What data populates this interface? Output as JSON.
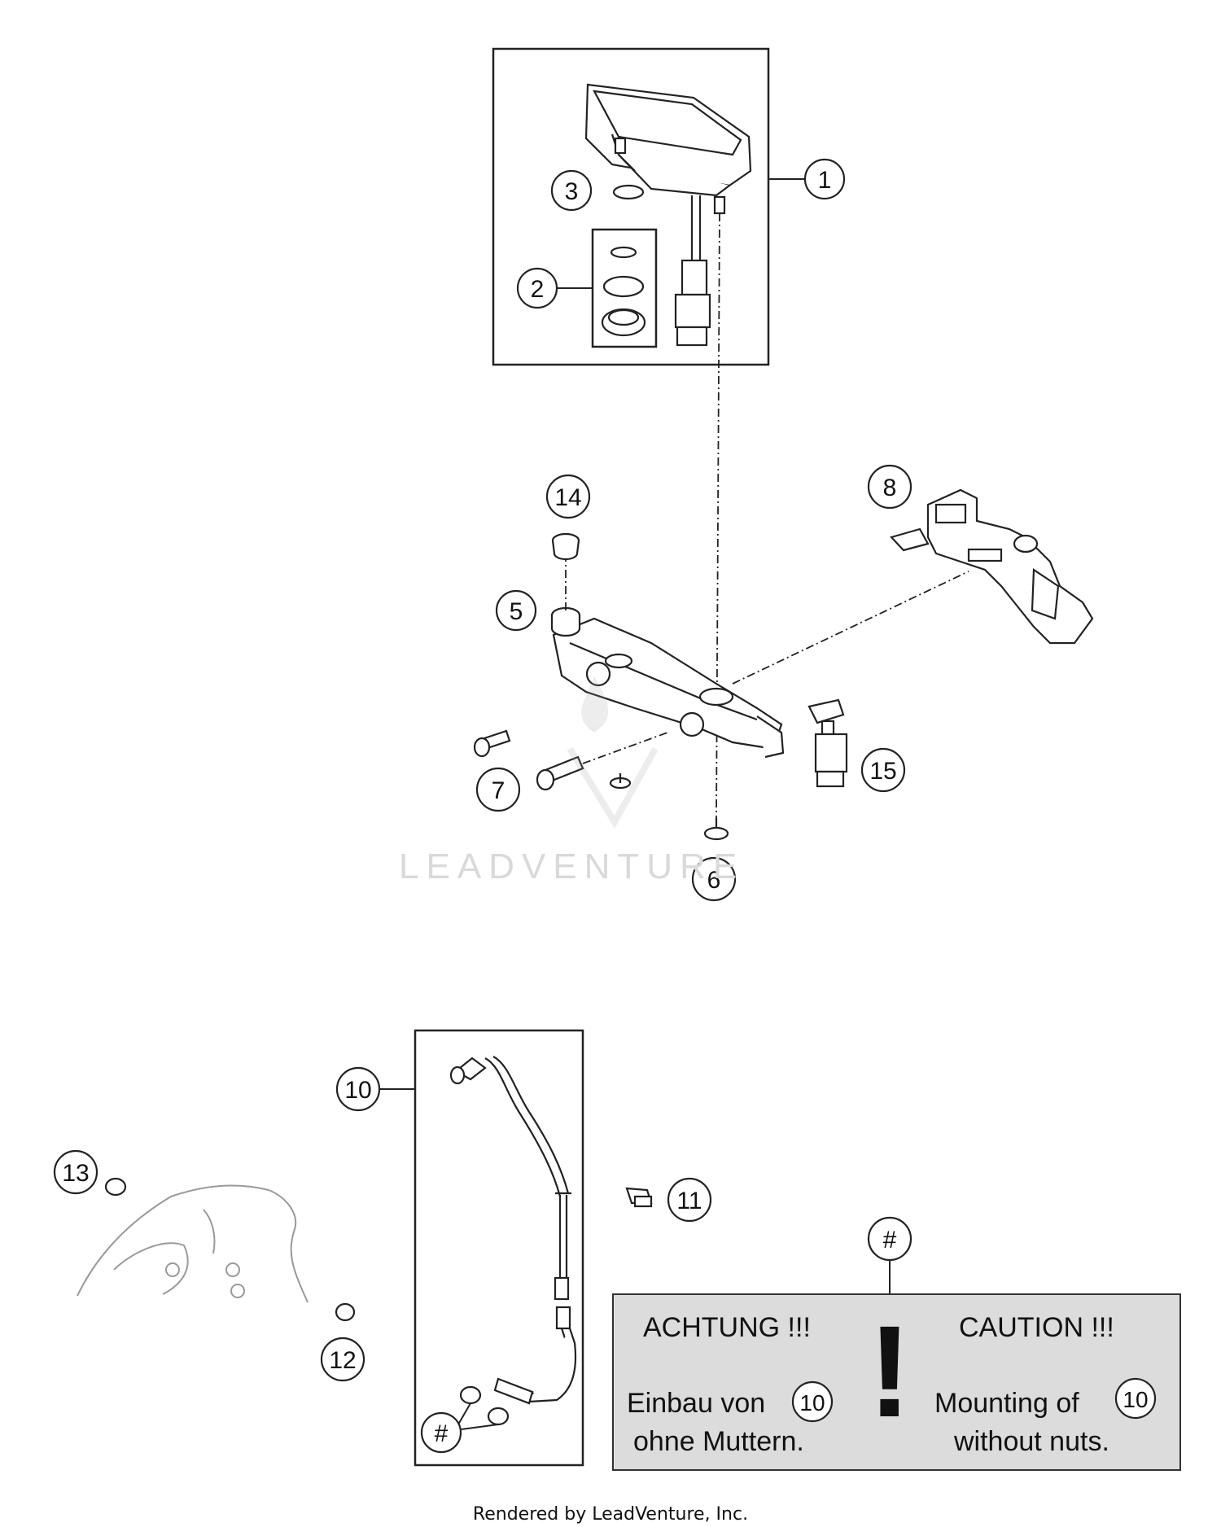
{
  "callouts": {
    "c1": "1",
    "c2": "2",
    "c3": "3",
    "c5": "5",
    "c6": "6",
    "c7": "7",
    "c8": "8",
    "c10": "10",
    "c11": "11",
    "c12": "12",
    "c13": "13",
    "c14": "14",
    "c15": "15",
    "hash_kit": "#",
    "hash_note": "#"
  },
  "caution": {
    "de_title": "ACHTUNG !!!",
    "de_line1": "Einbau von",
    "de_ref": "10",
    "de_line2": "ohne Muttern.",
    "en_title": "CAUTION !!!",
    "en_line1": "Mounting of",
    "en_ref": "10",
    "en_line2": "without nuts.",
    "symbol": "!"
  },
  "watermark": "LEADVENTURE",
  "footer": "Rendered by LeadVenture, Inc.",
  "colors": {
    "caution_bg": "#dcdcdc",
    "line": "#222222",
    "watermark": "#d9d9d9"
  }
}
